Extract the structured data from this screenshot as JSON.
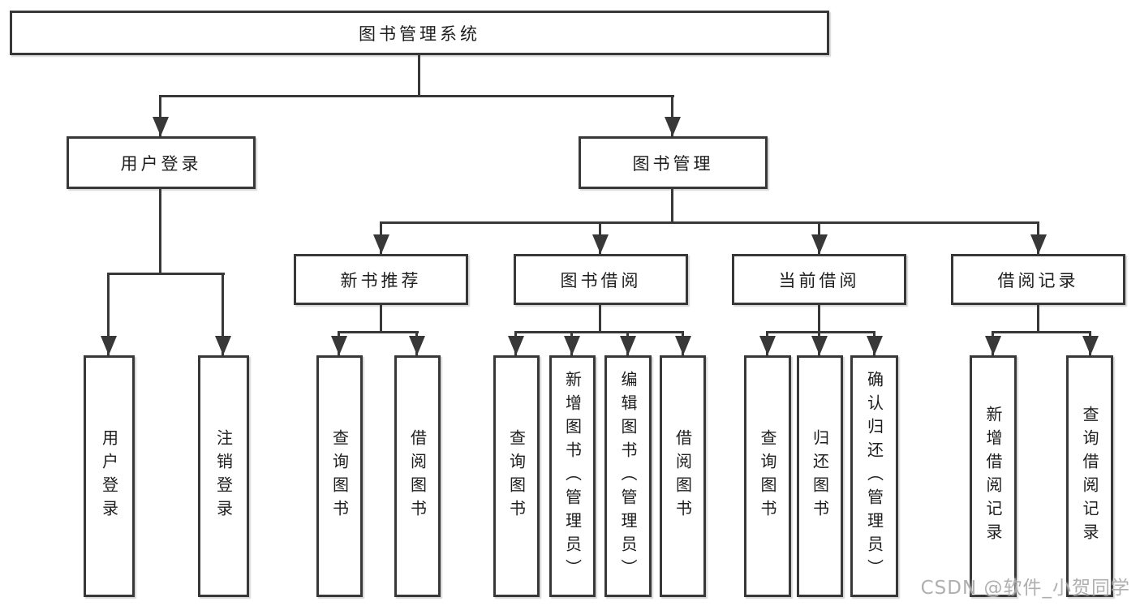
{
  "tree": {
    "root": {
      "label": "图书管理系统"
    },
    "user_login": {
      "label": "用户登录",
      "children": [
        {
          "label": "用户登录"
        },
        {
          "label": "注销登录"
        }
      ]
    },
    "book_mgmt": {
      "label": "图书管理"
    },
    "new_book_rec": {
      "label": "新书推荐",
      "children": [
        {
          "label": "查询图书"
        },
        {
          "label": "借阅图书"
        }
      ]
    },
    "book_borrow": {
      "label": "图书借阅",
      "children": [
        {
          "label": "查询图书"
        },
        {
          "label": "新增图书（管理员）"
        },
        {
          "label": "编辑图书（管理员）"
        },
        {
          "label": "借阅图书"
        }
      ]
    },
    "current_borrow": {
      "label": "当前借阅",
      "children": [
        {
          "label": "查询图书"
        },
        {
          "label": "归还图书"
        },
        {
          "label": "确认归还（管理员）"
        }
      ]
    },
    "borrow_record": {
      "label": "借阅记录",
      "children": [
        {
          "label": "新增借阅记录"
        },
        {
          "label": "查询借阅记录"
        }
      ]
    }
  },
  "watermark": "CSDN @软件_小贺同学",
  "colors": {
    "line": "#383838",
    "text": "#1e1e1e",
    "background": "#ffffff",
    "watermark": "#a8a8a8"
  }
}
